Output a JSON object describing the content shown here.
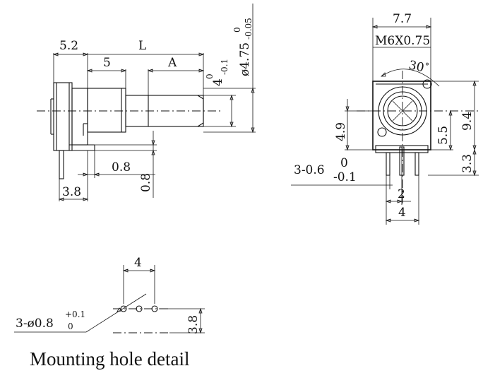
{
  "side_view": {
    "dim_5_2": "5.2",
    "dim_L": "L",
    "dim_5": "5",
    "dim_A": "A",
    "dim_4_tol_upper": "0",
    "dim_4_main": "4",
    "dim_4_tol_lower": "-0.1",
    "dim_shaft_dia_tol_upper": "0",
    "dim_shaft_dia_main": "ø4.75",
    "dim_shaft_dia_tol_lower": "-0.05",
    "dim_0_8_h": "0.8",
    "dim_0_8_v": "0.8",
    "dim_3_8": "3.8"
  },
  "front_view": {
    "dim_7_7": "7.7",
    "thread_label": "M6X0.75",
    "angle_label": "30",
    "angle_unit": "°",
    "dim_4_9": "4.9",
    "dim_5_5": "5.5",
    "dim_9_4": "9.4",
    "dim_3_3": "3.3",
    "pin_label_main": "3-0.6",
    "pin_tol_upper": "0",
    "pin_tol_lower": "-0.1",
    "dim_2": "2",
    "dim_4": "4"
  },
  "hole_detail": {
    "dim_4": "4",
    "hole_label_main": "3-ø0.8",
    "hole_tol_upper": "+0.1",
    "hole_tol_lower": "0",
    "dim_3_8": "3.8",
    "caption": "Mounting hole detail"
  }
}
